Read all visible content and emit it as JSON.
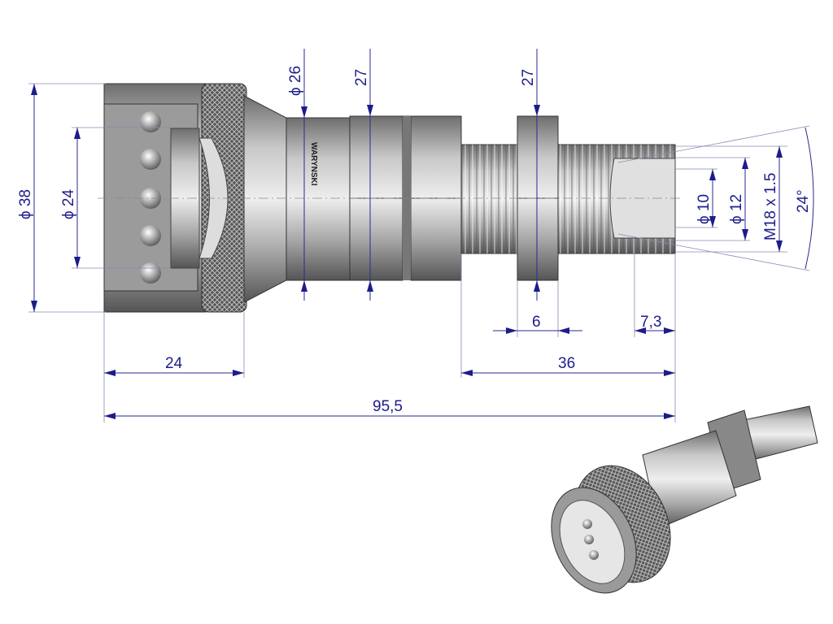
{
  "drawing": {
    "brand_logo": "WARYNSKI",
    "dimensions": {
      "outer_diameter": "ϕ 38",
      "inner_diameter": "ϕ 24",
      "neck_diameter": "ϕ 26",
      "hex_width_1": "27",
      "hex_width_2": "27",
      "bore_diameter_10": "ϕ 10",
      "bore_diameter_12": "ϕ 12",
      "thread": "M18 x 1.5",
      "cone_angle": "24°",
      "nut_thickness": "6",
      "cone_depth": "7,3",
      "coupling_length": "24",
      "thread_length": "36",
      "total_length": "95,5"
    },
    "colors": {
      "dimension": "#1c1c8a",
      "metal": "#9a9a9a"
    }
  }
}
